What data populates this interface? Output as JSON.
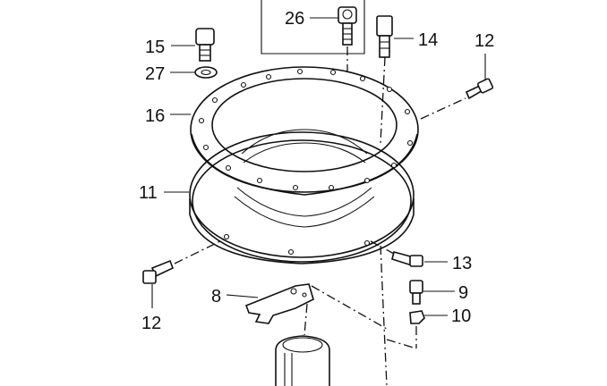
{
  "callouts": [
    {
      "id": "26",
      "text": "26"
    },
    {
      "id": "14",
      "text": "14"
    },
    {
      "id": "15",
      "text": "15"
    },
    {
      "id": "12a",
      "text": "12"
    },
    {
      "id": "27",
      "text": "27"
    },
    {
      "id": "16",
      "text": "16"
    },
    {
      "id": "11",
      "text": "11"
    },
    {
      "id": "13",
      "text": "13"
    },
    {
      "id": "8",
      "text": "8"
    },
    {
      "id": "9",
      "text": "9"
    },
    {
      "id": "10",
      "text": "10"
    },
    {
      "id": "12b",
      "text": "12"
    }
  ]
}
